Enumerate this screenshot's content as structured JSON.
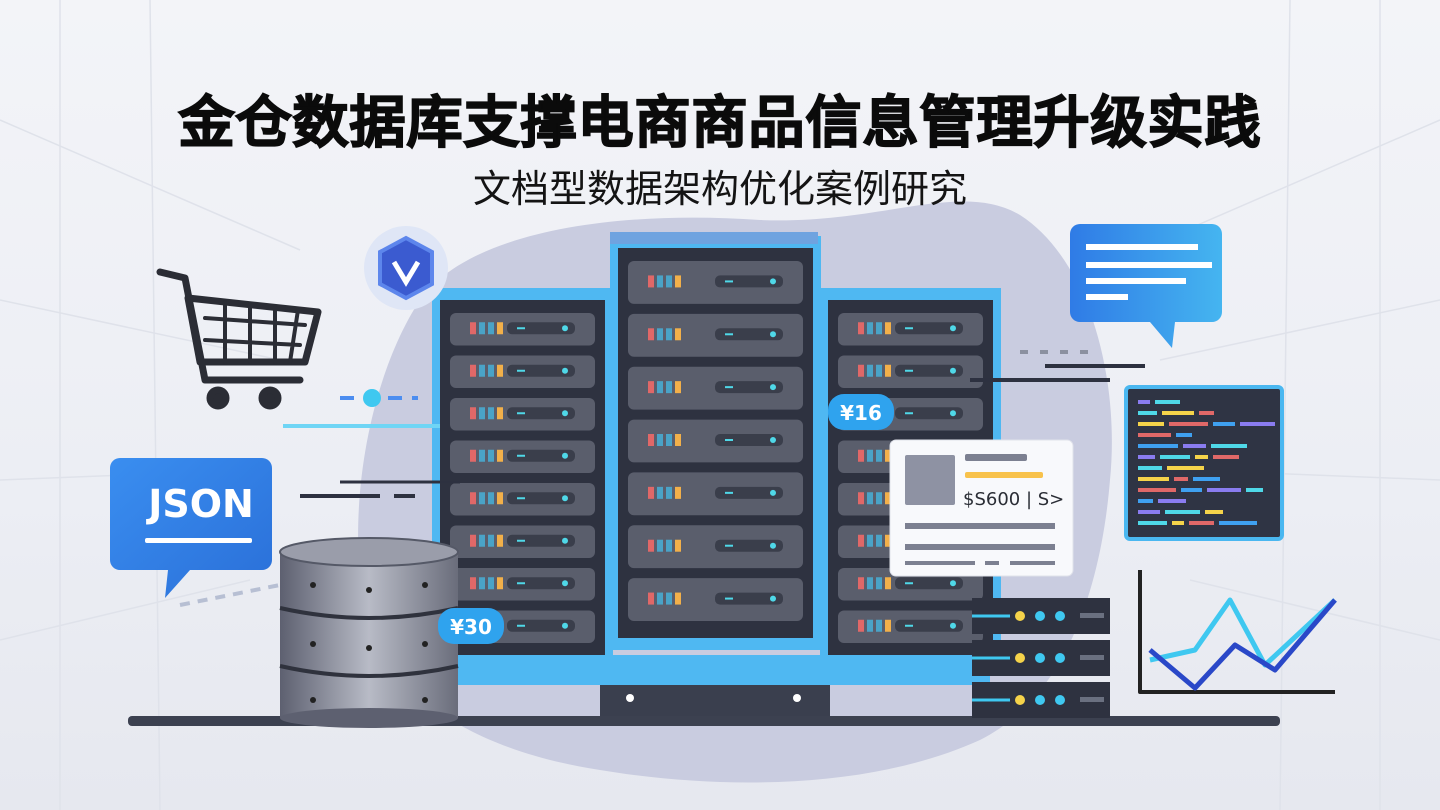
{
  "header": {
    "title": "金仓数据库支撑电商商品信息管理升级实践",
    "subtitle": "文档型数据架构优化案例研究"
  },
  "illustration": {
    "json_bubble_label": "JSON",
    "price_badge_top": "¥16",
    "price_badge_bottom": "¥30",
    "product_card_price": "$S600 | S>",
    "icons": [
      "shopping-cart-icon",
      "shield-logo-icon",
      "chat-bubble-icon",
      "code-window-icon",
      "line-chart-icon",
      "database-cylinder-icon",
      "server-rack-icon",
      "product-card-icon"
    ]
  },
  "colors": {
    "accent_blue": "#2a7de1",
    "cyan": "#3fc8f0",
    "rack_dark": "#3a3f4e",
    "blob": "#c9cce0",
    "title": "#0b0b0b"
  }
}
